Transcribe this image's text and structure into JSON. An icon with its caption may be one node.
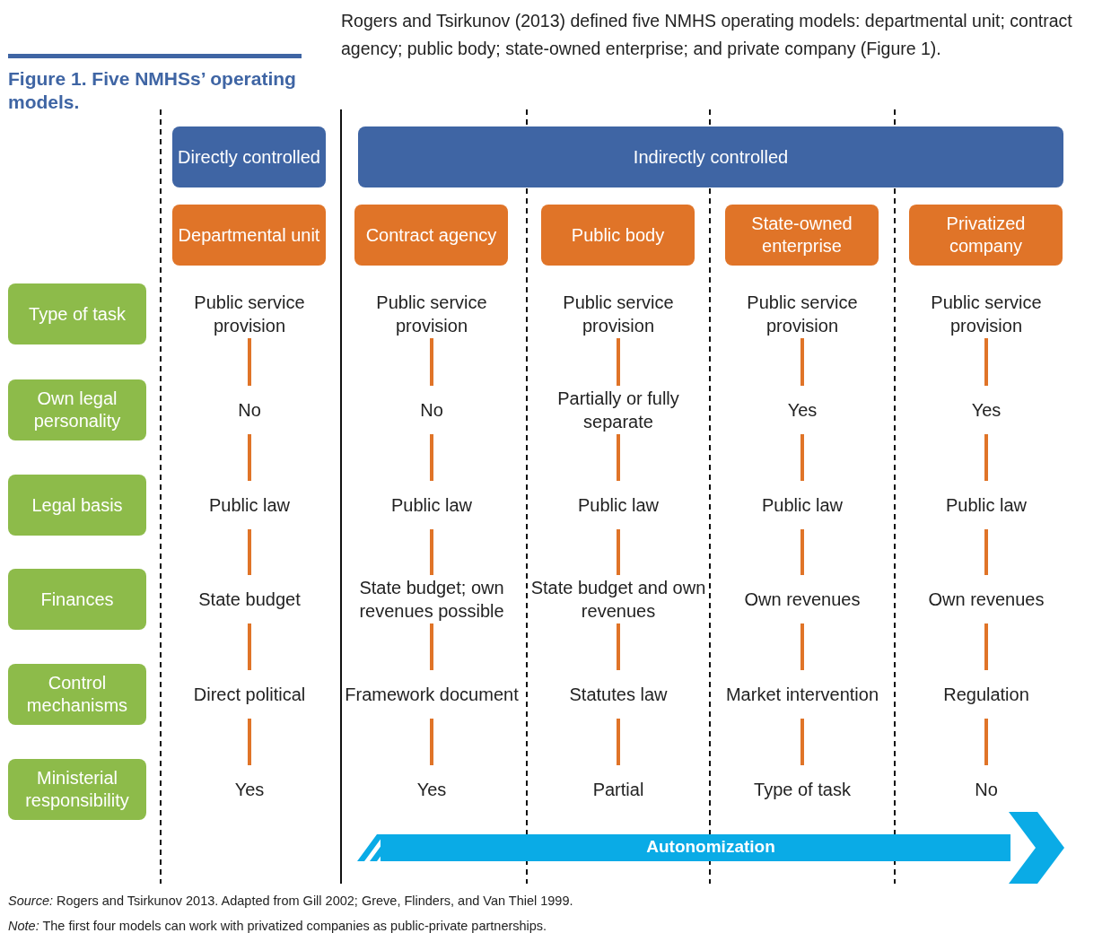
{
  "diagram": {
    "title": "Figure 1. Five NMHSs’ operating models.",
    "nodes": [
      {
        "text": [
          "Directly controlled"
        ]
      },
      {
        "text": [
          "Indirectly controlled"
        ]
      },
      {
        "text": [
          "Departmental unit"
        ]
      },
      {
        "text": [
          "Contract agency"
        ]
      },
      {
        "text": [
          "Public body"
        ]
      },
      {
        "text": [
          "State-owned enterprise"
        ]
      },
      {
        "text": [
          "Privatized company"
        ]
      },
      {
        "text": [
          "Type of task"
        ]
      },
      {
        "text": [
          "Own legal personality"
        ]
      },
      {
        "text": [
          "Legal basis"
        ]
      },
      {
        "text": [
          "Finances"
        ]
      },
      {
        "text": [
          "Control mechanisms"
        ]
      },
      {
        "text": [
          "Ministerial responsibility"
        ]
      },
      {
        "text": [
          "Public service provision"
        ]
      },
      {
        "text": [
          "Public service provision"
        ]
      },
      {
        "text": [
          "Public service provision"
        ]
      },
      {
        "text": [
          "Public service provision"
        ]
      },
      {
        "text": [
          "Public service provision"
        ]
      },
      {
        "text": [
          "No"
        ]
      },
      {
        "text": [
          "No"
        ]
      },
      {
        "text": [
          "Partially or fully separate"
        ]
      },
      {
        "text": [
          "Yes"
        ]
      },
      {
        "text": [
          "Yes"
        ]
      },
      {
        "text": [
          "Public law"
        ]
      },
      {
        "text": [
          "Public law"
        ]
      },
      {
        "text": [
          "Public law"
        ]
      },
      {
        "text": [
          "Public law"
        ]
      },
      {
        "text": [
          "Public law"
        ]
      },
      {
        "text": [
          "State budget"
        ]
      },
      {
        "text": [
          "State budget; own revenues possible"
        ]
      },
      {
        "text": [
          "State budget and own revenues"
        ]
      },
      {
        "text": [
          "Own revenues"
        ]
      },
      {
        "text": [
          "Own revenues"
        ]
      },
      {
        "text": [
          "Direct political"
        ]
      },
      {
        "text": [
          "Framework document"
        ]
      },
      {
        "text": [
          "Statutes law"
        ]
      },
      {
        "text": [
          "Market intervention"
        ]
      },
      {
        "text": [
          "Regulation"
        ]
      },
      {
        "text": [
          "Yes"
        ]
      },
      {
        "text": [
          "Yes"
        ]
      },
      {
        "text": [
          "Partial"
        ]
      },
      {
        "text": [
          "Type of task"
        ]
      },
      {
        "text": [
          "No"
        ]
      },
      {
        "text": [
          "Autonomization"
        ]
      }
    ],
    "edges": [
      {
        "from": 13,
        "to": 18,
        "arrow": "none"
      },
      {
        "from": 14,
        "to": 19,
        "arrow": "none"
      },
      {
        "from": 15,
        "to": 20,
        "arrow": "none"
      },
      {
        "from": 16,
        "to": 21,
        "arrow": "none"
      },
      {
        "from": 17,
        "to": 22,
        "arrow": "none"
      },
      {
        "from": 18,
        "to": 23,
        "arrow": "none"
      },
      {
        "from": 19,
        "to": 24,
        "arrow": "none"
      },
      {
        "from": 20,
        "to": 25,
        "arrow": "none"
      },
      {
        "from": 21,
        "to": 26,
        "arrow": "none"
      },
      {
        "from": 22,
        "to": 27,
        "arrow": "none"
      },
      {
        "from": 23,
        "to": 28,
        "arrow": "none"
      },
      {
        "from": 24,
        "to": 29,
        "arrow": "none"
      },
      {
        "from": 25,
        "to": 30,
        "arrow": "none"
      },
      {
        "from": 26,
        "to": 31,
        "arrow": "none"
      },
      {
        "from": 27,
        "to": 32,
        "arrow": "none"
      },
      {
        "from": 28,
        "to": 33,
        "arrow": "none"
      },
      {
        "from": 29,
        "to": 34,
        "arrow": "none"
      },
      {
        "from": 30,
        "to": 35,
        "arrow": "none"
      },
      {
        "from": 31,
        "to": 36,
        "arrow": "none"
      },
      {
        "from": 32,
        "to": 37,
        "arrow": "none"
      },
      {
        "from": 33,
        "to": 38,
        "arrow": "none"
      },
      {
        "from": 34,
        "to": 39,
        "arrow": "none"
      },
      {
        "from": 35,
        "to": 40,
        "arrow": "none"
      },
      {
        "from": 36,
        "to": 41,
        "arrow": "none"
      },
      {
        "from": 37,
        "to": 42,
        "arrow": "none"
      }
    ],
    "labels": [
      "Rogers and Tsirkunov (2013) defined five NMHS operating models: departmental unit; contract agency; public body; state-owned enterprise; and private company (Figure 1).",
      "*Source:* Rogers and Tsirkunov 2013. Adapted from Gill 2002; Greve, Flinders, and Van Thiel 1999.",
      "*Note:* The first four models can work with privatized companies as public-private partnerships."
    ]
  }
}
